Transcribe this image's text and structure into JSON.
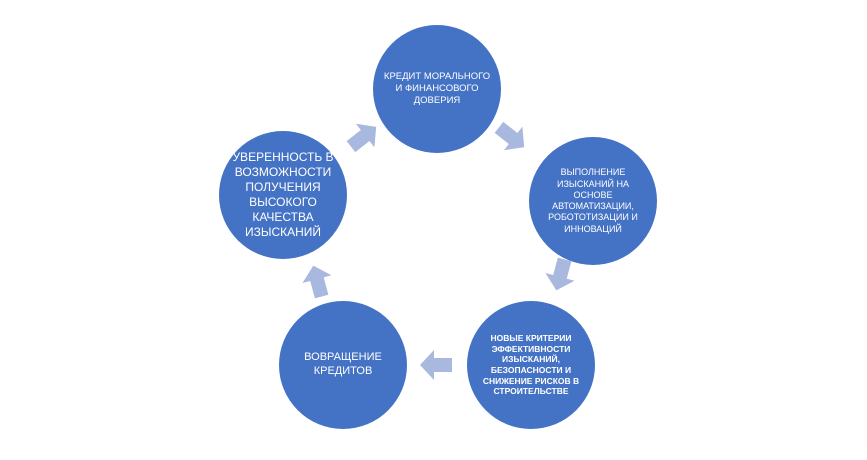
{
  "diagram": {
    "type": "cycle",
    "colors": {
      "node": "#4472C4",
      "arrow": "#A9B8DE"
    },
    "nodes": [
      {
        "label": "КРЕДИТ МОРАЛЬНОГО И ФИНАНСОВОГО ДОВЕРИЯ"
      },
      {
        "label": "ВЫПОЛНЕНИЕ ИЗЫСКАНИЙ НА ОСНОВЕ АВТОМАТИЗАЦИИ, РОБОТОТИЗАЦИИ И ИННОВАЦИЙ"
      },
      {
        "label": "НОВЫЕ КРИТЕРИИ ЭФФЕКТИВНОСТИ ИЗЫСКАНИЙ, БЕЗОПАСНОСТИ И СНИЖЕНИЕ РИСКОВ В СТРОИТЕЛЬСТВЕ"
      },
      {
        "label": "ВОВРАЩЕНИЕ КРЕДИТОВ"
      },
      {
        "label": "УВЕРЕННОСТЬ В ВОЗМОЖНОСТИ ПОЛУЧЕНИЯ ВЫСОКОГО КАЧЕСТВА ИЗЫСКАНИЙ"
      }
    ]
  }
}
